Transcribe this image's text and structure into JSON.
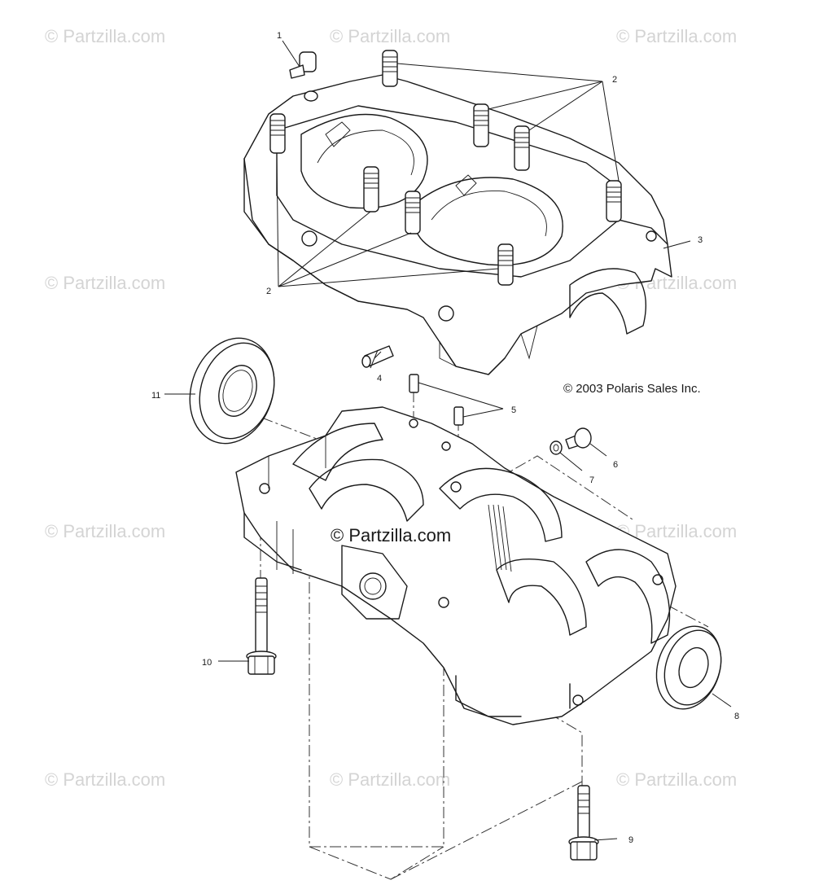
{
  "watermark": "© Partzilla.com",
  "copyright": "© 2003 Polaris Sales Inc.",
  "callouts": [
    "1",
    "2",
    "2",
    "3",
    "4",
    "5",
    "6",
    "7",
    "8",
    "9",
    "10",
    "11"
  ]
}
